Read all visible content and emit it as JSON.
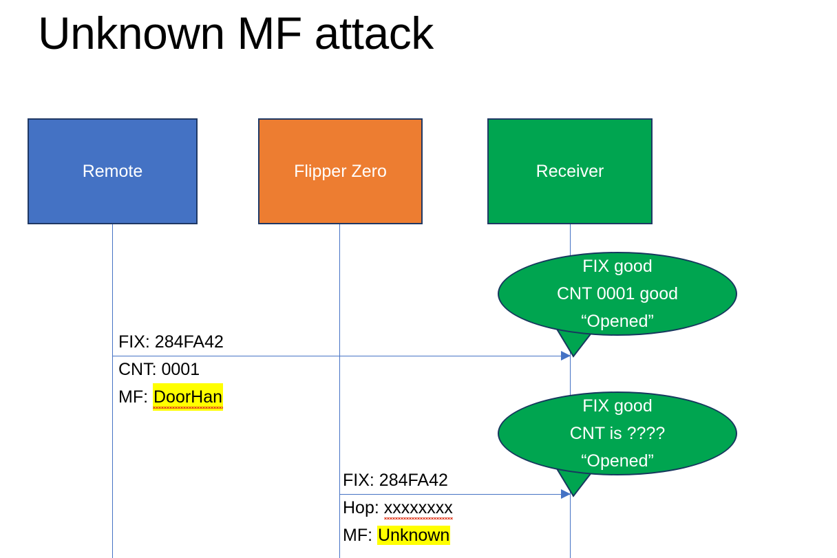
{
  "slide": {
    "title": "Unknown MF attack",
    "background_color": "#FFFFFF"
  },
  "colors": {
    "remote_blue": "#4472C4",
    "flipper_orange": "#ED7D31",
    "receiver_green": "#00A550",
    "box_border": "#1F3864",
    "connector_blue": "#4472C4",
    "highlight_yellow": "#FFFF00",
    "spellcheck_red": "#E03A1E",
    "text_white": "#FFFFFF",
    "text_black": "#000000"
  },
  "actors": [
    {
      "id": "remote",
      "label": "Remote",
      "color": "#4472C4"
    },
    {
      "id": "flipper",
      "label": "Flipper Zero",
      "color": "#ED7D31"
    },
    {
      "id": "receiver",
      "label": "Receiver",
      "color": "#00A550"
    }
  ],
  "messages": [
    {
      "id": "msg1",
      "from": "remote",
      "to": "receiver",
      "lines": [
        {
          "prefix": "FIX: ",
          "value": "284FA42",
          "highlighted": false,
          "misspelled": false
        },
        {
          "prefix": "CNT: ",
          "value": "0001",
          "highlighted": false,
          "misspelled": false
        },
        {
          "prefix": "MF: ",
          "value": "DoorHan",
          "highlighted": true,
          "misspelled": true
        }
      ]
    },
    {
      "id": "msg2",
      "from": "flipper",
      "to": "receiver",
      "lines": [
        {
          "prefix": "FIX: ",
          "value": "284FA42",
          "highlighted": false,
          "misspelled": false
        },
        {
          "prefix": "Hop: ",
          "value": "xxxxxxxx",
          "highlighted": false,
          "misspelled": true
        },
        {
          "prefix": "MF: ",
          "value": "Unknown",
          "highlighted": true,
          "misspelled": false
        }
      ]
    }
  ],
  "callouts": [
    {
      "id": "callout1",
      "owner": "receiver",
      "lines": [
        "FIX good",
        "CNT 0001 good",
        "“Opened”"
      ]
    },
    {
      "id": "callout2",
      "owner": "receiver",
      "lines": [
        "FIX good",
        "CNT is ????",
        "“Opened”"
      ]
    }
  ]
}
